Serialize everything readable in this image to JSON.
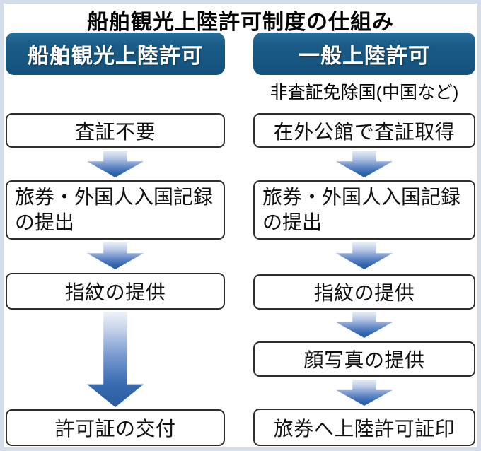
{
  "title": "船舶観光上陸許可制度の仕組み",
  "colors": {
    "header_bg": "#1a5b87",
    "arrow_blue": "#2f63ac",
    "box_border": "#2e2e2e",
    "frame": "#d3deea"
  },
  "left_column": {
    "header": "船舶観光上陸許可",
    "steps": {
      "visa": "査証不要",
      "documents": "旅券・外国人入国記録\nの提出",
      "fingerprint": "指紋の提供",
      "result": "許可証の交付"
    }
  },
  "right_column": {
    "header": "一般上陸許可",
    "caption": "非査証免除国(中国など)",
    "steps": {
      "visa": "在外公館で査証取得",
      "documents": "旅券・外国人入国記録\nの提出",
      "fingerprint": "指紋の提供",
      "photo": "顔写真の提供",
      "result": "旅券へ上陸許可証印"
    }
  }
}
